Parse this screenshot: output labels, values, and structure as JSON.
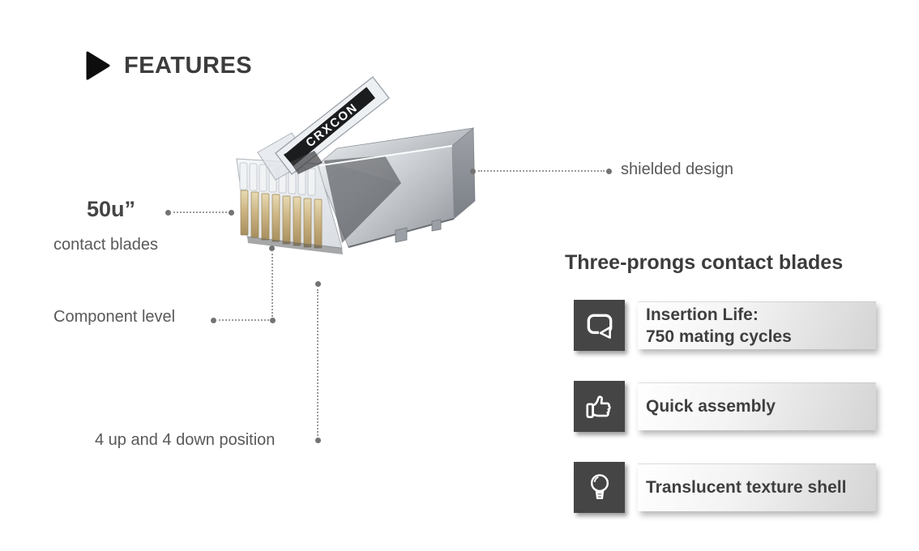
{
  "header": {
    "title": "FEATURES"
  },
  "connector": {
    "brand": "CRXCON"
  },
  "callouts": {
    "shielded": {
      "label": "shielded design"
    },
    "blades": {
      "value": "50u”",
      "label": "contact blades"
    },
    "component": {
      "label": "Component level"
    },
    "position": {
      "label": "4 up and 4 down position"
    }
  },
  "panel": {
    "heading": "Three-prongs contact blades",
    "cards": [
      {
        "icon": "repeat-cycle-icon",
        "line1": "Insertion Life:",
        "line2": "750 mating cycles"
      },
      {
        "icon": "thumbs-up-icon",
        "line1": "Quick assembly",
        "line2": ""
      },
      {
        "icon": "lightbulb-icon",
        "line1": "Translucent texture shell",
        "line2": ""
      }
    ]
  },
  "colors": {
    "heading_text": "#3c3c3c",
    "callout_text": "#595959",
    "leader_line": "#9b9b9b",
    "leader_dot": "#737373",
    "icon_box": "#454545",
    "card_text": "#3f3f3f",
    "metal_shell": "#b9bdc2",
    "pin_gold": "#c9b180"
  }
}
